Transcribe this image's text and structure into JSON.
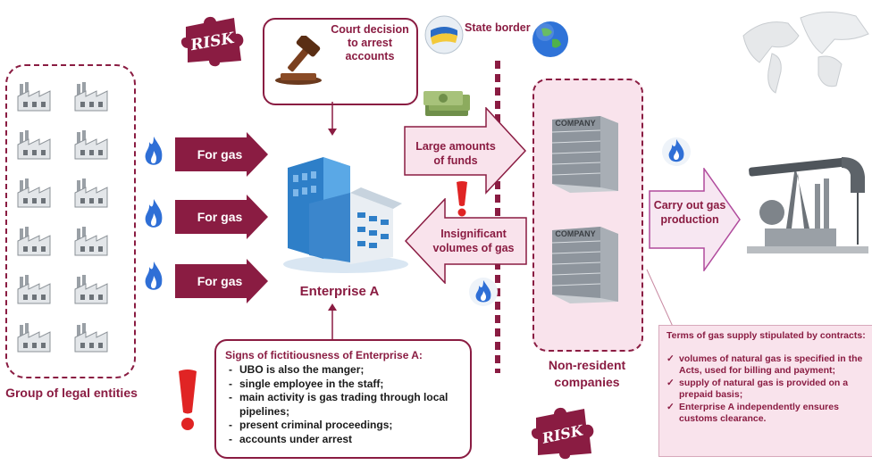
{
  "group": {
    "label": "Group of legal entities"
  },
  "flows_to_enterprise": [
    {
      "label": "For gas"
    },
    {
      "label": "For gas"
    },
    {
      "label": "For gas"
    }
  ],
  "court": {
    "text": "Court decision to arrest accounts"
  },
  "risk_badges": [
    {
      "text": "RISK"
    },
    {
      "text": "RISK"
    }
  ],
  "enterprise": {
    "label": "Enterprise A"
  },
  "signs": {
    "title": "Signs of fictitiousness of Enterprise A:",
    "items": [
      "UBO is also the manger;",
      "single employee in the staff;",
      "main activity is gas trading through local pipelines;",
      "present criminal proceedings;",
      "accounts under arrest"
    ]
  },
  "state_border": {
    "label": "State border"
  },
  "funds_flow": {
    "label": "Large amounts of funds"
  },
  "gas_flow": {
    "label": "Insignificant volumes of gas"
  },
  "companies": {
    "label": "Non-resident companies",
    "building_text": [
      "COMPANY",
      "COMPANY"
    ]
  },
  "production": {
    "label": "Carry out gas production"
  },
  "terms": {
    "title": "Terms of gas supply stipulated by contracts:",
    "items": [
      "volumes of natural gas is specified in the Acts, used for billing and payment;",
      "supply of natural gas is provided on a prepaid basis;",
      "Enterprise A independently ensures customs clearance."
    ]
  },
  "colors": {
    "accent": "#8a1c42",
    "light_pink": "#f9e3ec",
    "flame_blue": "#2f6fd6"
  }
}
